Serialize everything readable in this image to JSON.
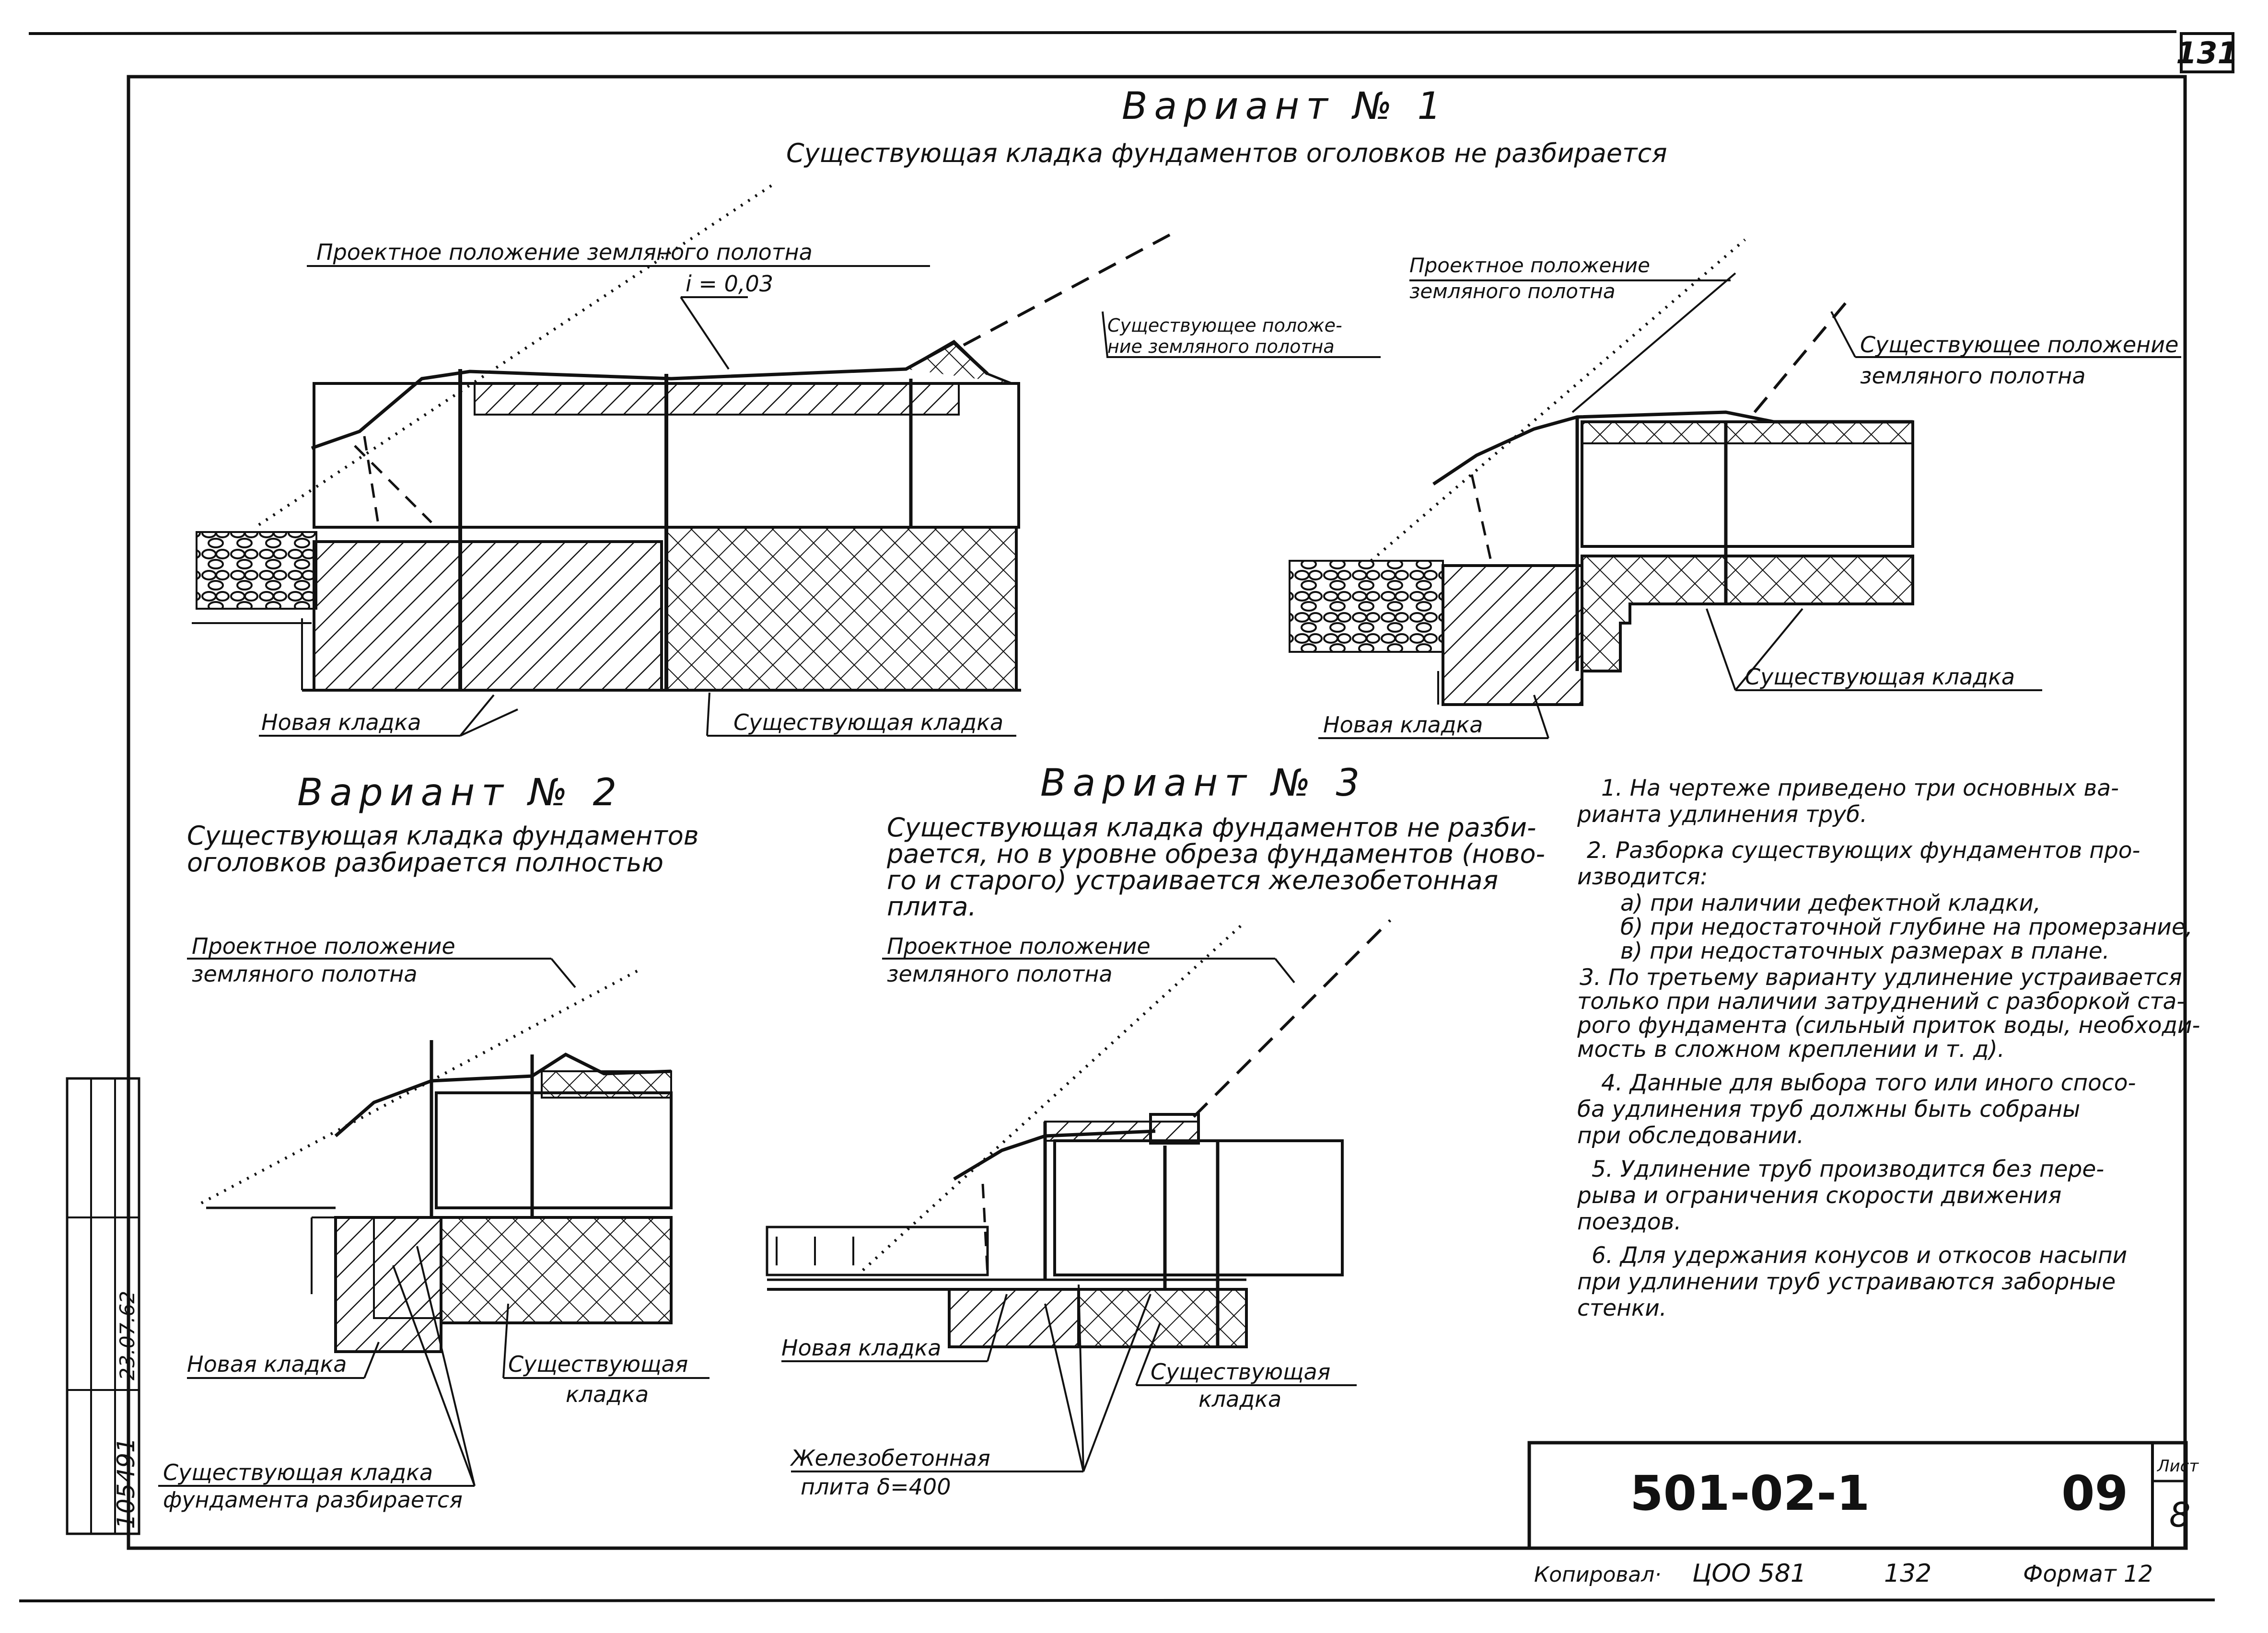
{
  "sheet": {
    "page_number": "131",
    "doc_code": "501-02-1",
    "sheet_no": "09",
    "list_label": "Лист",
    "list_no": "8",
    "copied_by_label": "Копировал·",
    "copy_code": "ЦОО 581",
    "copy_no": "132",
    "format_label": "Формат 12",
    "side_stamp": [
      "105491",
      "23.07.62"
    ]
  },
  "variant1": {
    "title": "Вариант № 1",
    "subtitle": "Существующая кладка фундаментов оголовков не разбирается",
    "slope": "i = 0,03",
    "left": {
      "project_level": "Проектное положение земляного полотна",
      "existing_level": [
        "Существующее положе-",
        "ние земляного полотна"
      ],
      "new_masonry": "Новая кладка",
      "existing_masonry": "Существующая кладка"
    },
    "right": {
      "project_level": [
        "Проектное положение",
        "земляного полотна"
      ],
      "existing_level": [
        "Существующее положение",
        "земляного полотна"
      ],
      "new_masonry": "Новая кладка",
      "existing_masonry": "Существующая кладка"
    }
  },
  "variant2": {
    "title": "Вариант № 2",
    "subtitle": [
      "Существующая кладка фундаментов",
      "оголовков разбирается полностью"
    ],
    "project_level": [
      "Проектное положение",
      "земляного полотна"
    ],
    "new_masonry": "Новая кладка",
    "existing_masonry": [
      "Существующая",
      "кладка"
    ],
    "dismantled": [
      "Существующая кладка",
      "фундамента разбирается"
    ]
  },
  "variant3": {
    "title": "Вариант № 3",
    "subtitle": [
      "Существующая кладка фундаментов не разби-",
      "рается, но в уровне обреза фундаментов (ново-",
      "го и старого) устраивается железобетонная",
      "плита."
    ],
    "project_level": [
      "Проектное положение",
      "земляного полотна"
    ],
    "new_masonry": "Новая кладка",
    "existing_masonry": [
      "Существующая",
      "кладка"
    ],
    "slab": [
      "Железобетонная",
      "плита δ=400"
    ]
  },
  "notes": [
    "1. На чертеже приведено три основных ва-",
    "рианта удлинения труб.",
    "2. Разборка существующих фундаментов про-",
    "изводится:",
    "а) при наличии дефектной кладки,",
    "б) при недостаточной глубине на промерзание,",
    "в) при недостаточных размерах в плане.",
    "3. По третьему варианту удлинение устраивается",
    "только при наличии затруднений с разборкой ста-",
    "рого фундамента (сильный приток воды, необходи-",
    "мость в сложном креплении и т. д).",
    "4. Данные для выбора того или иного спосо-",
    "ба удлинения труб должны быть собраны",
    "при обследовании.",
    "5. Удлинение труб производится без пере-",
    "рыва и ограничения скорости движения",
    "поездов.",
    "6. Для удержания конусов и откосов насыпи",
    "при удлинении труб устраиваются заборные",
    "стенки."
  ]
}
